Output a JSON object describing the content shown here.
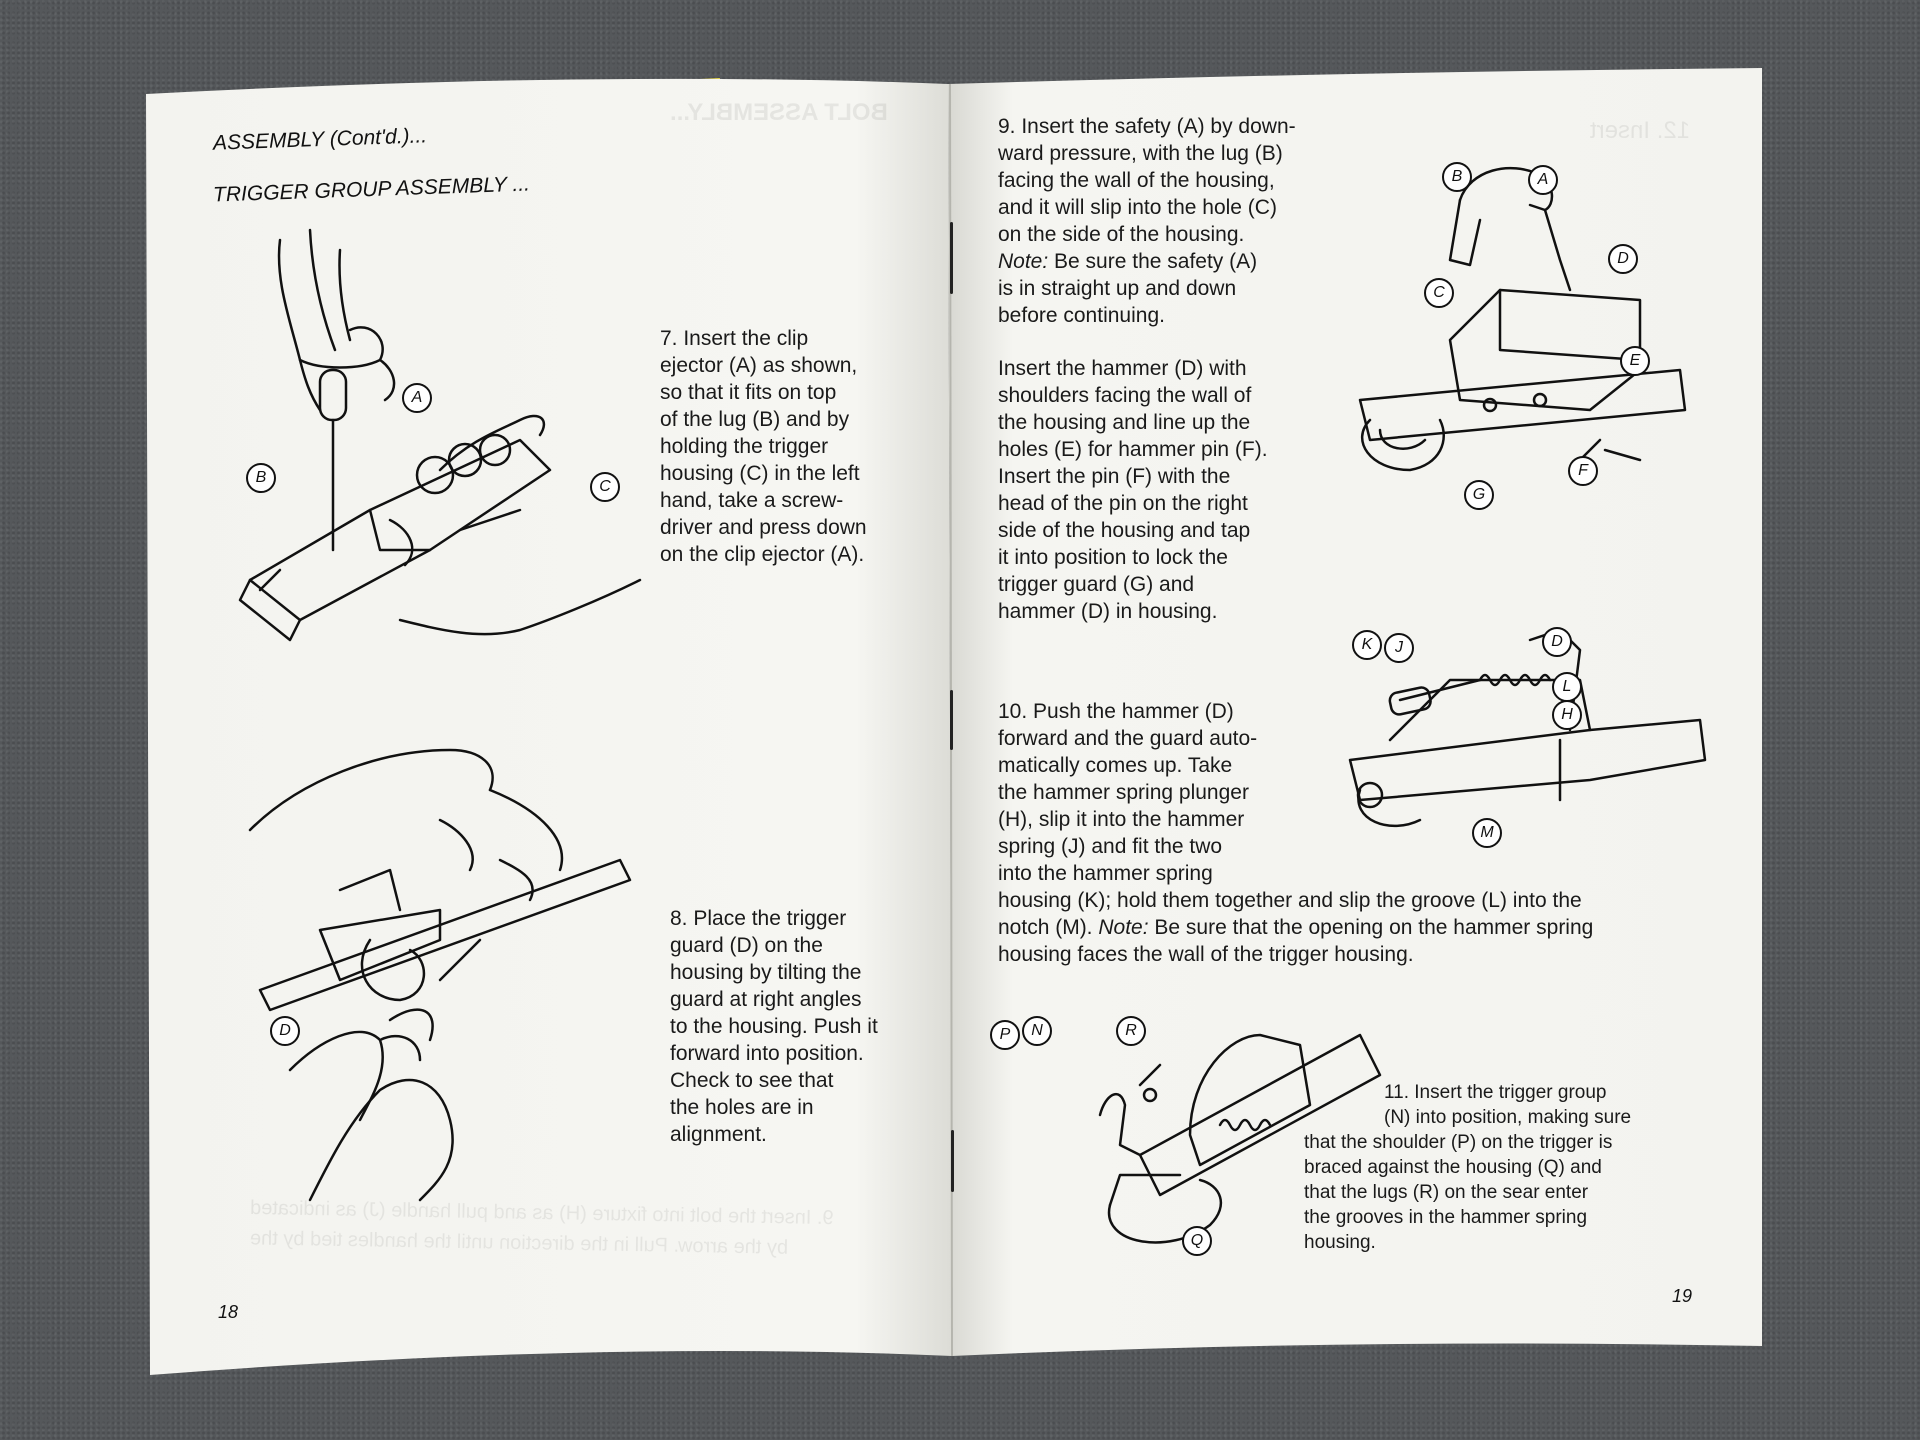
{
  "left_page": {
    "heading1": "ASSEMBLY (Cont'd.)...",
    "heading2": "TRIGGER GROUP ASSEMBLY ...",
    "step7": [
      "7. Insert the clip",
      "ejector (A) as shown,",
      "so that it fits on top",
      "of the lug (B) and by",
      "holding the trigger",
      "housing (C) in the left",
      "hand, take a screw-",
      "driver and press down",
      "on the clip ejector (A)."
    ],
    "step8": [
      "8. Place the trigger",
      "guard (D) on the",
      "housing by tilting the",
      "guard at right angles",
      "to the housing. Push it",
      "forward into position.",
      "Check to see that",
      "the holes are in",
      "alignment."
    ],
    "illus1_labels": [
      "A",
      "B",
      "C"
    ],
    "illus2_labels": [
      "D"
    ],
    "page_number": "18"
  },
  "right_page": {
    "step9": [
      "9. Insert the safety (A) by down-",
      "ward pressure, with the lug (B)",
      "facing the wall of the housing,",
      "and it will slip into the hole (C)",
      "on the side of the housing."
    ],
    "step9_note_label": "Note:",
    "step9_note": [
      " Be sure the safety (A)",
      "is in straight up and down",
      "before continuing."
    ],
    "step9b": [
      "Insert the hammer (D) with",
      "shoulders facing the wall of",
      "the housing and line up the",
      "holes (E) for hammer pin (F).",
      "Insert the pin (F) with the",
      "head of the pin on the right",
      "side of the housing and tap",
      "it into position to lock the",
      "trigger guard (G) and",
      "hammer (D) in housing."
    ],
    "step10": [
      "10. Push the hammer (D)",
      "forward and the guard auto-",
      "matically comes up. Take",
      "the hammer spring plunger",
      "(H), slip it into the hammer",
      "spring (J) and fit the two",
      "into the hammer spring",
      "housing (K); hold them together and slip the groove (L) into the"
    ],
    "step10_line9_pre": "notch (M). ",
    "step10_note_label": "Note:",
    "step10_line9_post": " Be sure that the opening on the hammer spring",
    "step10_line10": "housing faces the wall of the trigger housing.",
    "step11": [
      "11. Insert the trigger group",
      "(N) into position, making sure",
      "that the shoulder (P) on the trigger is",
      "braced against the housing (Q) and",
      "that the lugs (R) on the sear enter",
      "the grooves in the hammer spring",
      "housing."
    ],
    "illus3_labels": [
      "A",
      "B",
      "C",
      "D",
      "E",
      "F",
      "G"
    ],
    "illus4_labels": [
      "K",
      "J",
      "D",
      "L",
      "H",
      "M"
    ],
    "illus5_labels": [
      "P",
      "N",
      "R",
      "Q"
    ],
    "page_number": "19"
  },
  "ghost_text": {
    "left_title": "BOLT ASSEMBLY...",
    "right_title": "12. Insert",
    "bottom_line1": "9. Insert the bolt into fixture (H) as and pull handle (J) as indicated",
    "bottom_line2": "by the arrow. Pull in the direction until the handles tied by the"
  },
  "colors": {
    "paper": "#f4f4f0",
    "background": "#55585b",
    "ink": "#111111"
  }
}
